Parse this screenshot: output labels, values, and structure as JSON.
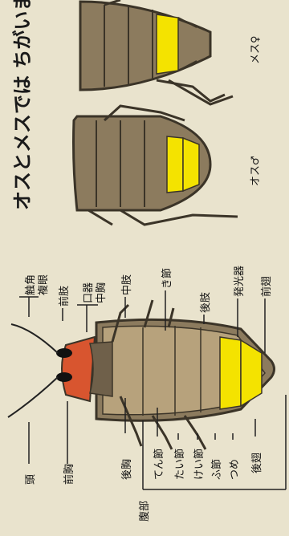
{
  "page": {
    "caption": "オスとメスでは ちがいます。"
  },
  "labels": {
    "antenna": "触角",
    "compound_eye": "複眼",
    "mouthparts": "口器",
    "mesothorax": "中胸",
    "foreleg": "前肢",
    "midleg": "中肢",
    "trochanter": "き節",
    "hindleg": "後肢",
    "light_organ": "発光器",
    "forewing": "前翅",
    "hindwing": "後翅",
    "head": "頭",
    "prothorax": "前胸",
    "metathorax": "後胸",
    "coxa": "てん節",
    "femur": "たい節",
    "tibia": "けい節",
    "tarsus": "ふ節",
    "claw": "つめ",
    "abdomen": "腹部",
    "male": "オス♂",
    "female": "メス♀"
  },
  "colors": {
    "background": "#e9e3cd",
    "body_brown": "#8c7b5e",
    "dark_outline": "#3b3428",
    "head_red": "#d8552f",
    "glow_yellow": "#f4e300",
    "line": "#222222"
  }
}
